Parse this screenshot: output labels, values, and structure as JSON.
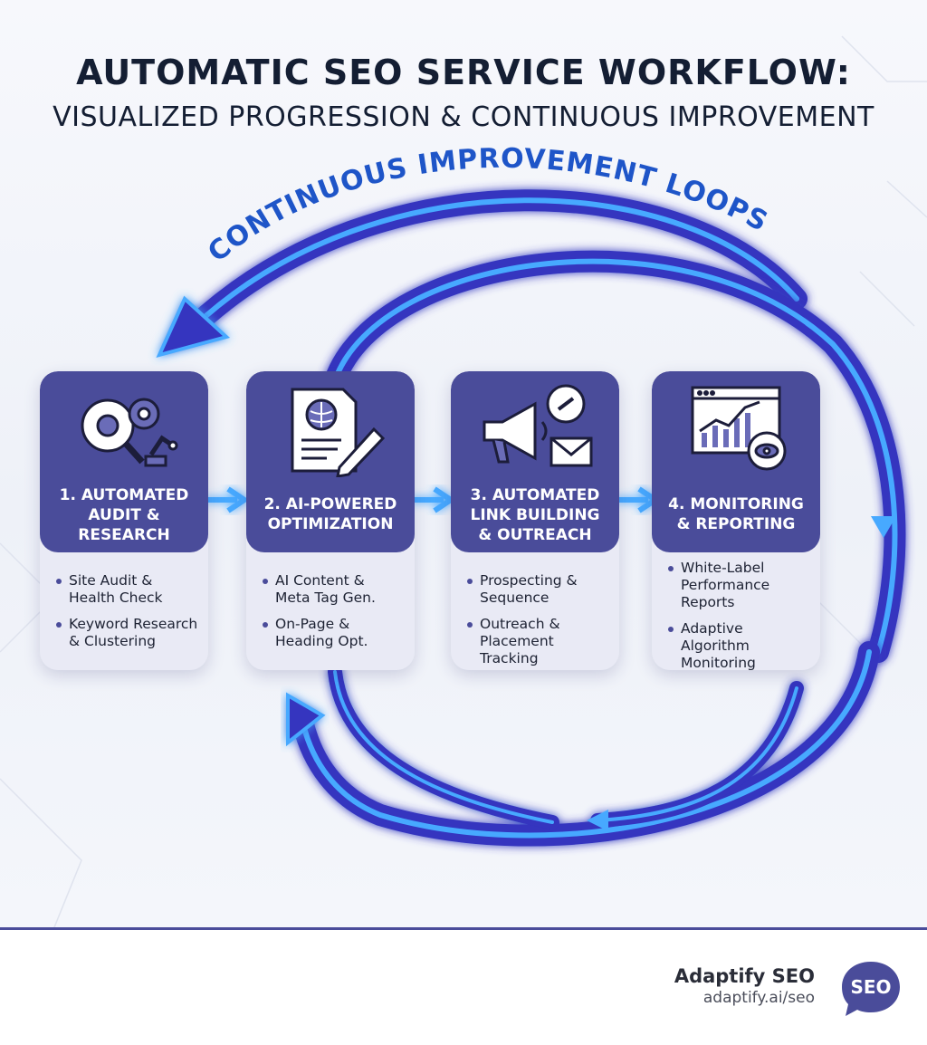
{
  "header": {
    "title": "AUTOMATIC SEO SERVICE WORKFLOW:",
    "subtitle": "VISUALIZED PROGRESSION & CONTINUOUS IMPROVEMENT"
  },
  "loop": {
    "label": "CONTINUOUS IMPROVEMENT LOOPS"
  },
  "steps": [
    {
      "title_lines": [
        "1. AUTOMATED",
        "AUDIT &",
        "RESEARCH"
      ],
      "icon": "magnifier-gears-robot-arm-icon",
      "bullets": [
        [
          "Site Audit &",
          "Health Check"
        ],
        [
          "Keyword Research",
          "& Clustering"
        ]
      ]
    },
    {
      "title_lines": [
        "2. AI-POWERED",
        "OPTIMIZATION"
      ],
      "icon": "brain-document-pencil-icon",
      "bullets": [
        [
          "AI Content &",
          "Meta Tag Gen."
        ],
        [
          "On-Page &",
          "Heading Opt."
        ]
      ]
    },
    {
      "title_lines": [
        "3. AUTOMATED",
        "LINK BUILDING",
        "& OUTREACH"
      ],
      "icon": "megaphone-link-envelope-icon",
      "bullets": [
        [
          "Prospecting &",
          "Sequence"
        ],
        [
          "Outreach &",
          "Placement",
          "Tracking"
        ]
      ]
    },
    {
      "title_lines": [
        "4. MONITORING",
        "& REPORTING"
      ],
      "icon": "dashboard-chart-eye-icon",
      "bullets": [
        [
          "White-Label",
          "Performance",
          "Reports"
        ],
        [
          "Adaptive",
          "Algorithm",
          "Monitoring"
        ]
      ]
    }
  ],
  "footer": {
    "brand": "Adaptify SEO",
    "url": "adaptify.ai/seo",
    "badge_text": "SEO"
  },
  "colors": {
    "card_header": "#4a4c9a",
    "card_body": "#e9eaf5",
    "loop_glow": "#3da2ff",
    "loop_band": "#3535c0",
    "title_text": "#141e33",
    "loop_label": "#1e55c8"
  }
}
